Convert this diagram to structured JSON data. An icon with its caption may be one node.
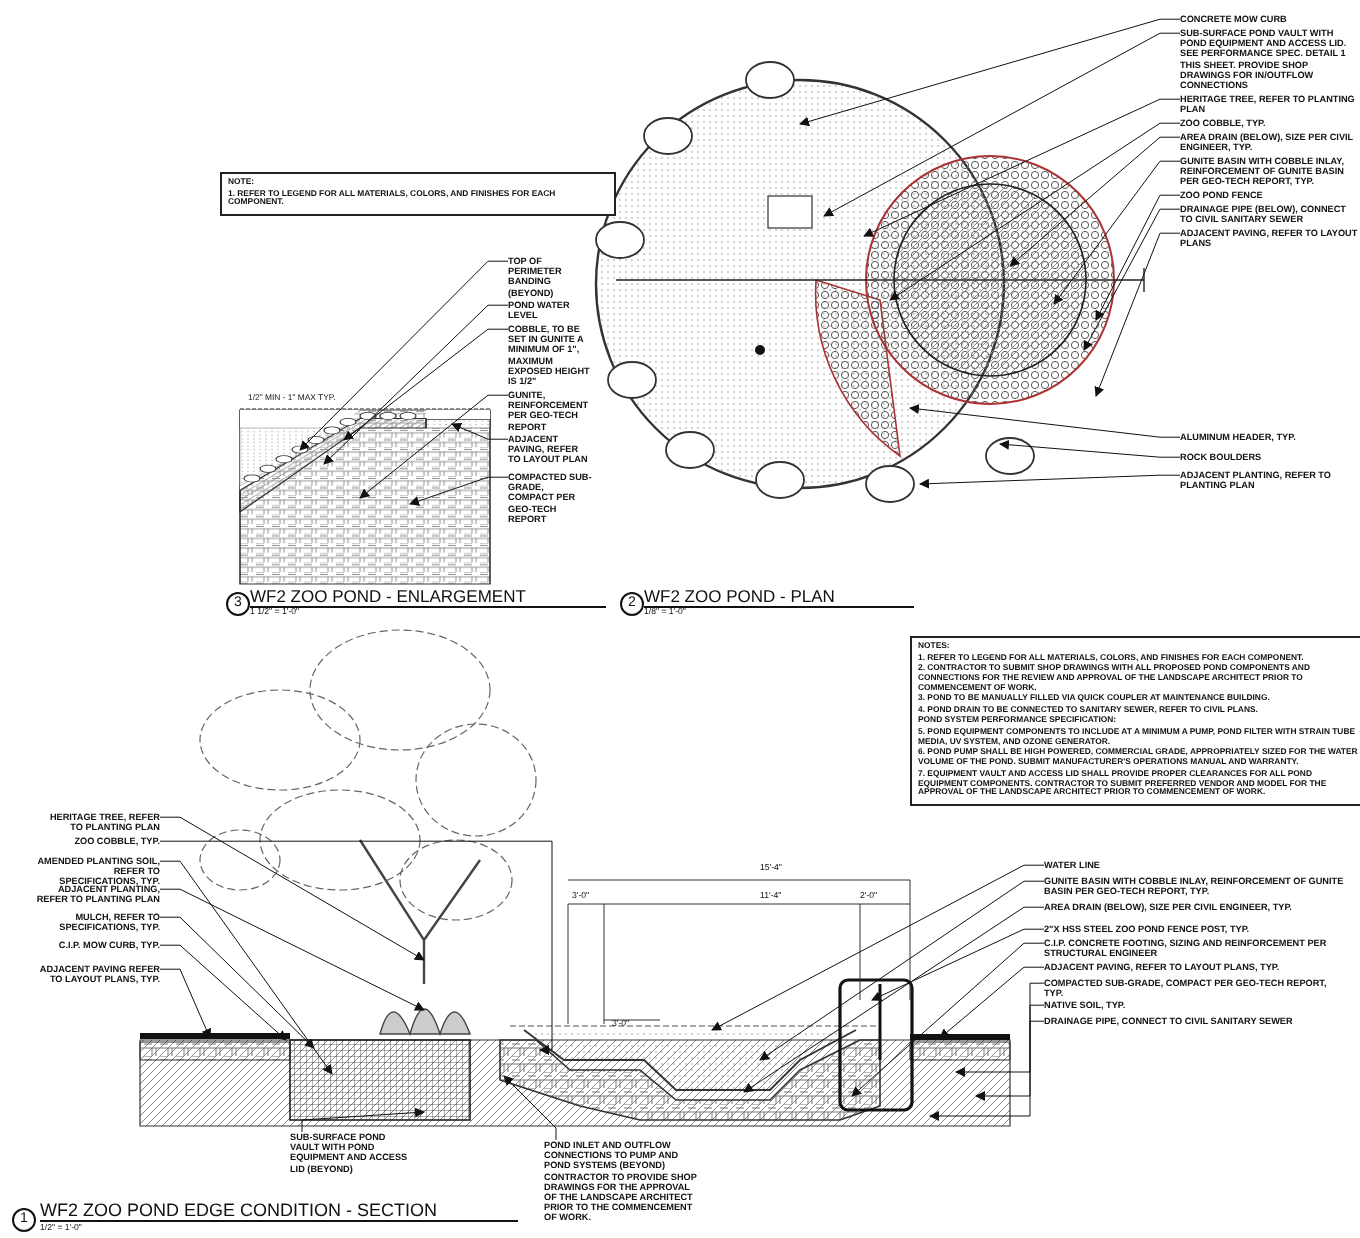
{
  "diagram": {
    "nodes": [
      {
        "text": [
          "CONCRETE MOW CURB"
        ]
      },
      {
        "text": [
          "SUB-SURFACE POND VAULT WITH POND EQUIPMENT AND ACCESS LID. SEE PERFORMANCE SPEC. DETAIL 1 THIS SHEET. PROVIDE SHOP DRAWINGS FOR IN/OUTFLOW CONNECTIONS"
        ]
      },
      {
        "text": [
          "HERITAGE TREE, REFER TO PLANTING PLAN"
        ]
      },
      {
        "text": [
          "ZOO COBBLE, TYP."
        ]
      },
      {
        "text": [
          "AREA DRAIN (BELOW), SIZE PER CIVIL ENGINEER, TYP."
        ]
      },
      {
        "text": [
          "GUNITE BASIN WITH COBBLE INLAY, REINFORCEMENT OF GUNITE BASIN PER GEO-TECH REPORT, TYP."
        ]
      },
      {
        "text": [
          "ZOO POND FENCE"
        ]
      },
      {
        "text": [
          "DRAINAGE PIPE (BELOW), CONNECT TO CIVIL SANITARY SEWER"
        ]
      },
      {
        "text": [
          "ADJACENT PAVING, REFER TO LAYOUT PLANS"
        ]
      },
      {
        "text": [
          "ALUMINUM HEADER, TYP."
        ]
      },
      {
        "text": [
          "ROCK BOULDERS"
        ]
      },
      {
        "text": [
          "ADJACENT PLANTING, REFER TO PLANTING PLAN"
        ]
      },
      {
        "text": [
          "NOTE:",
          "1. REFER TO LEGEND FOR ALL MATERIALS, COLORS, AND FINISHES FOR EACH COMPONENT."
        ]
      },
      {
        "text": [
          "TOP OF PERIMETER BANDING (BEYOND)"
        ]
      },
      {
        "text": [
          "POND WATER LEVEL"
        ]
      },
      {
        "text": [
          "COBBLE, TO BE SET IN GUNITE A MINIMUM OF 1\", MAXIMUM EXPOSED HEIGHT IS 1/2\""
        ]
      },
      {
        "text": [
          "GUNITE, REINFORCEMENT PER GEO-TECH REPORT"
        ]
      },
      {
        "text": [
          "ADJACENT PAVING, REFER TO LAYOUT PLAN"
        ]
      },
      {
        "text": [
          "COMPACTED SUB-GRADE, COMPACT PER GEO-TECH REPORT"
        ]
      },
      {
        "text": [
          "HERITAGE TREE, REFER TO PLANTING PLAN"
        ]
      },
      {
        "text": [
          "ZOO COBBLE, TYP."
        ]
      },
      {
        "text": [
          "AMENDED PLANTING SOIL, REFER TO SPECIFICATIONS, TYP."
        ]
      },
      {
        "text": [
          "ADJACENT PLANTING, REFER TO PLANTING PLAN"
        ]
      },
      {
        "text": [
          "MULCH, REFER TO SPECIFICATIONS, TYP."
        ]
      },
      {
        "text": [
          "C.I.P. MOW CURB, TYP."
        ]
      },
      {
        "text": [
          "ADJACENT PAVING REFER TO LAYOUT PLANS, TYP."
        ]
      },
      {
        "text": [
          "SUB-SURFACE POND VAULT WITH POND EQUIPMENT AND ACCESS LID (BEYOND)"
        ]
      },
      {
        "text": [
          "POND INLET AND OUTFLOW CONNECTIONS TO PUMP AND POND SYSTEMS (BEYOND) CONTRACTOR TO PROVIDE SHOP DRAWINGS FOR THE APPROVAL OF THE LANDSCAPE ARCHITECT PRIOR TO THE COMMENCEMENT OF WORK."
        ]
      },
      {
        "text": [
          "NOTES:",
          "1. REFER TO LEGEND FOR ALL MATERIALS, COLORS, AND FINISHES FOR EACH COMPONENT.",
          "2. CONTRACTOR TO SUBMIT SHOP DRAWINGS WITH ALL PROPOSED POND COMPONENTS AND CONNECTIONS FOR THE REVIEW AND APPROVAL OF THE LANDSCAPE ARCHITECT PRIOR TO COMMENCEMENT OF WORK.",
          "3. POND TO BE MANUALLY FILLED VIA QUICK COUPLER AT MAINTENANCE BUILDING.",
          "4. POND DRAIN TO BE CONNECTED TO SANITARY SEWER, REFER TO CIVIL PLANS.",
          "POND SYSTEM PERFORMANCE SPECIFICATION:",
          "5. POND EQUIPMENT COMPONENTS TO INCLUDE AT A MINIMUM A PUMP, POND FILTER WITH STRAIN TUBE MEDIA, UV SYSTEM, AND OZONE GENERATOR.",
          "6. POND PUMP SHALL BE HIGH POWERED, COMMERCIAL GRADE, APPROPRIATELY SIZED FOR THE WATER VOLUME OF THE POND. SUBMIT MANUFACTURER'S OPERATIONS MANUAL AND WARRANTY.",
          "7. EQUIPMENT VAULT AND ACCESS LID SHALL PROVIDE PROPER CLEARANCES FOR ALL POND EQUIPMENT COMPONENTS. CONTRACTOR TO SUBMIT PREFERRED VENDOR AND MODEL FOR THE APPROVAL OF THE LANDSCAPE ARCHITECT PRIOR TO COMMENCEMENT OF WORK."
        ]
      },
      {
        "text": [
          "WATER LINE"
        ]
      },
      {
        "text": [
          "GUNITE BASIN WITH COBBLE INLAY, REINFORCEMENT OF GUNITE BASIN PER GEO-TECH REPORT, TYP."
        ]
      },
      {
        "text": [
          "AREA DRAIN (BELOW), SIZE PER CIVIL ENGINEER, TYP."
        ]
      },
      {
        "text": [
          "2\"X HSS STEEL ZOO POND FENCE POST, TYP."
        ]
      },
      {
        "text": [
          "C.I.P. CONCRETE FOOTING, SIZING AND REINFORCEMENT PER STRUCTURAL ENGINEER"
        ]
      },
      {
        "text": [
          "ADJACENT PAVING, REFER TO LAYOUT PLANS, TYP."
        ]
      },
      {
        "text": [
          "COMPACTED SUB-GRADE, COMPACT PER GEO-TECH REPORT, TYP."
        ]
      },
      {
        "text": [
          "NATIVE SOIL, TYP."
        ]
      },
      {
        "text": [
          "DRAINAGE PIPE, CONNECT TO CIVIL SANITARY SEWER"
        ]
      },
      {
        "text": [],
        "shape": "picture"
      },
      {
        "text": [],
        "shape": "picture"
      }
    ],
    "edges": [
      {
        "from": 0,
        "to": null,
        "arrow": "to"
      },
      {
        "from": 1,
        "to": null,
        "arrow": "to"
      },
      {
        "from": 2,
        "to": null,
        "arrow": "to"
      },
      {
        "from": 3,
        "to": null,
        "arrow": "to"
      },
      {
        "from": 4,
        "to": null,
        "arrow": "to"
      },
      {
        "from": 5,
        "to": null,
        "arrow": "to"
      },
      {
        "from": 6,
        "to": null,
        "arrow": "to"
      },
      {
        "from": 7,
        "to": null,
        "arrow": "to"
      },
      {
        "from": 8,
        "to": null,
        "arrow": "to"
      },
      {
        "from": 9,
        "to": null,
        "arrow": "to"
      },
      {
        "from": 10,
        "to": null,
        "arrow": "to"
      },
      {
        "from": 11,
        "to": null,
        "arrow": "to"
      },
      {
        "from": 13,
        "to": null,
        "arrow": "to"
      },
      {
        "from": 14,
        "to": null,
        "arrow": "to"
      },
      {
        "from": 15,
        "to": null,
        "arrow": "to"
      },
      {
        "from": 16,
        "to": null,
        "arrow": "to"
      },
      {
        "from": 17,
        "to": null,
        "arrow": "to"
      },
      {
        "from": 18,
        "to": null,
        "arrow": "to"
      },
      {
        "from": 19,
        "to": 38,
        "arrow": "to"
      },
      {
        "from": 20,
        "to": null,
        "arrow": "to"
      },
      {
        "from": 21,
        "to": null,
        "arrow": "to"
      },
      {
        "from": 22,
        "to": 39,
        "arrow": "to"
      },
      {
        "from": 23,
        "to": null,
        "arrow": "to"
      },
      {
        "from": 24,
        "to": null,
        "arrow": "to"
      },
      {
        "from": 25,
        "to": null,
        "arrow": "to"
      },
      {
        "from": 26,
        "to": null,
        "arrow": "to"
      },
      {
        "from": 27,
        "to": null,
        "arrow": "to"
      },
      {
        "from": 29,
        "to": null,
        "arrow": "to"
      },
      {
        "from": 30,
        "to": null,
        "arrow": "to"
      },
      {
        "from": 31,
        "to": null,
        "arrow": "to"
      },
      {
        "from": 32,
        "to": null,
        "arrow": "to"
      },
      {
        "from": 33,
        "to": null,
        "arrow": "to"
      },
      {
        "from": 34,
        "to": null,
        "arrow": "to"
      },
      {
        "from": 35,
        "to": null,
        "arrow": "to"
      },
      {
        "from": 36,
        "to": null,
        "arrow": "to"
      },
      {
        "from": 37,
        "to": null,
        "arrow": "to"
      }
    ],
    "labels": [
      "1/2\" MIN - 1\" MAX TYP.",
      "3",
      "WF2 ZOO POND - ENLARGEMENT",
      "1 1/2\" = 1'-0\"",
      "2",
      "WF2 ZOO POND - PLAN",
      "1/8\" = 1'-0\"",
      "15'-4\"",
      "3'-0\"",
      "11'-4\"",
      "2'-0\"",
      "3'-0\"",
      "1",
      "WF2 ZOO POND EDGE CONDITION - SECTION",
      "1/2\" = 1'-0\""
    ]
  }
}
